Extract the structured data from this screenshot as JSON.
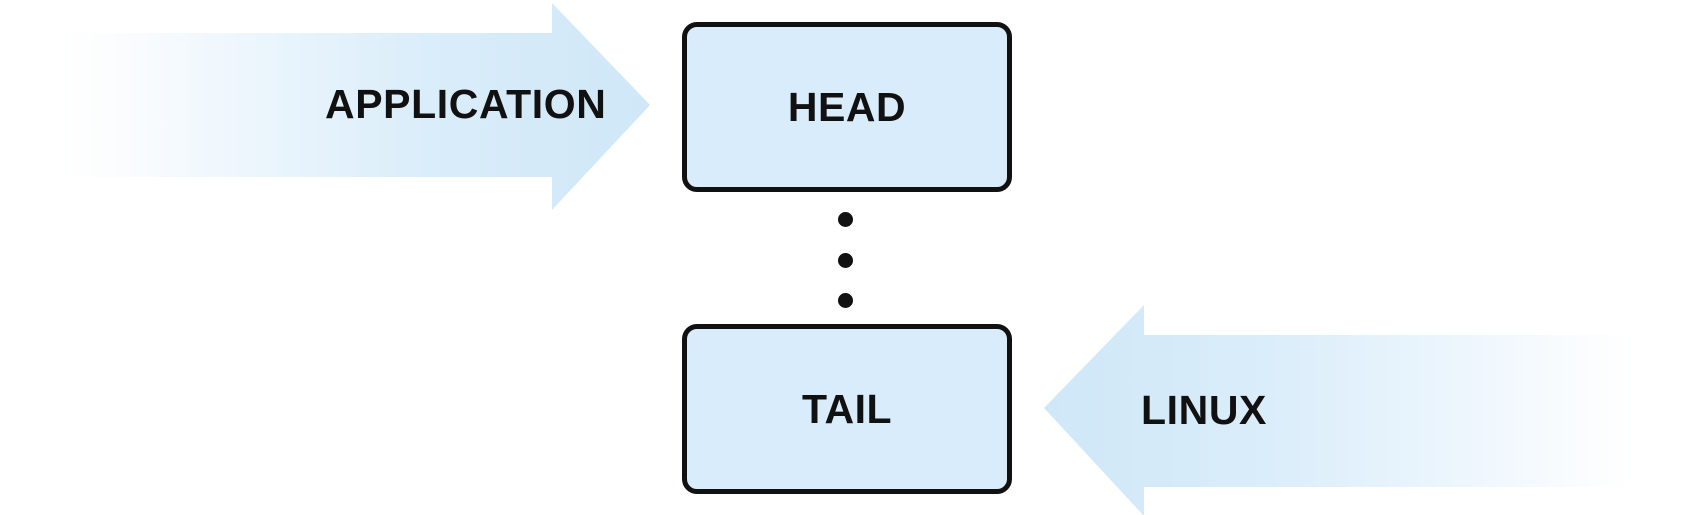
{
  "diagram": {
    "title": "Ring buffer head and tail with application and linux flow arrows",
    "colors": {
      "box_fill": "#d8ecfb",
      "box_border": "#111111",
      "arrow_fill": "#cfe7f7",
      "text": "#111111",
      "background": "#ffffff"
    },
    "nodes": [
      {
        "id": "head",
        "label": "HEAD",
        "shape": "rounded-rectangle"
      },
      {
        "id": "tail",
        "label": "TAIL",
        "shape": "rounded-rectangle"
      }
    ],
    "connector": {
      "name": "vertical-ellipsis",
      "glyph": "dot",
      "count": 3
    },
    "arrows": [
      {
        "id": "application",
        "label": "APPLICATION",
        "direction": "right",
        "target": "head",
        "fade": "left-to-right"
      },
      {
        "id": "linux",
        "label": "LINUX",
        "direction": "left",
        "target": "tail",
        "fade": "right-to-left"
      }
    ]
  }
}
